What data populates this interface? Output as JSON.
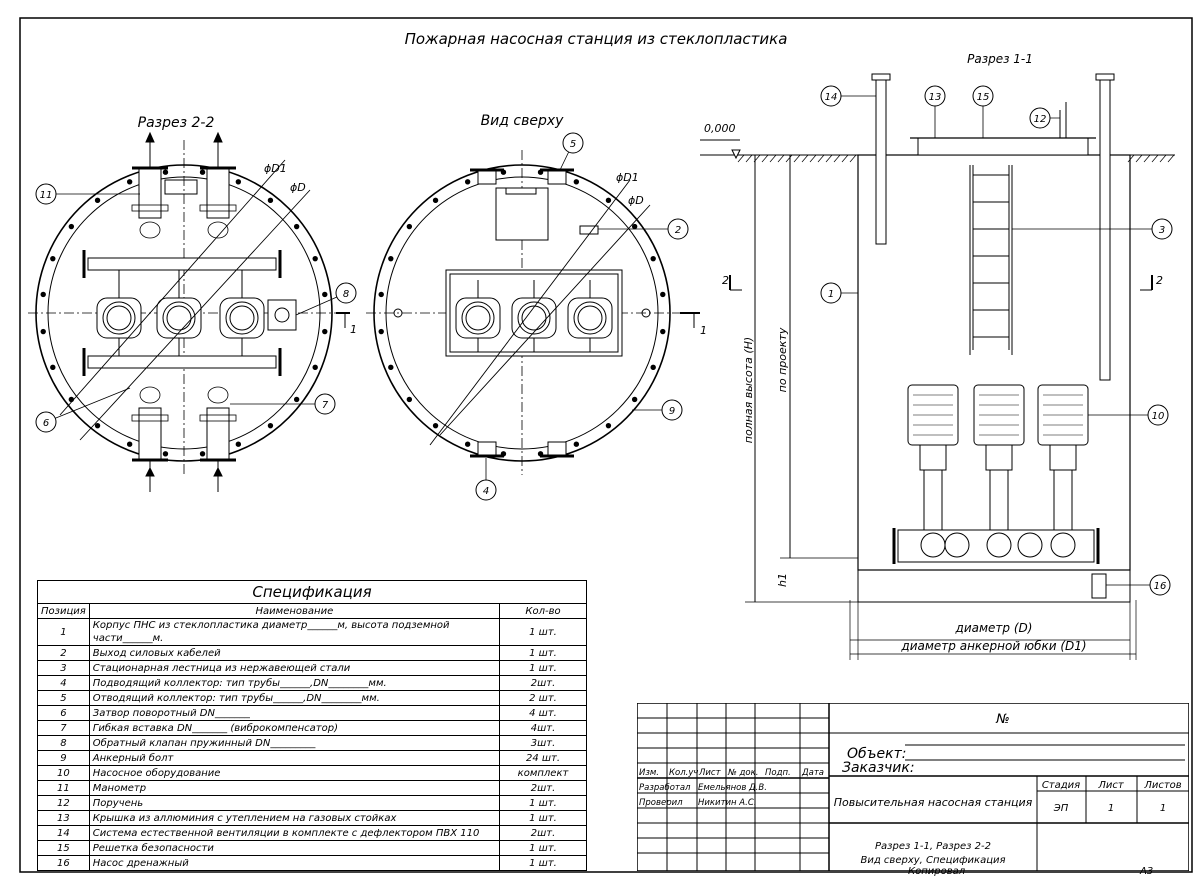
{
  "title": "Пожарная насосная станция из стеклопластика",
  "views": {
    "section22": "Разрез 2-2",
    "top": "Вид сверху",
    "section11": "Разрез 1-1"
  },
  "dims": {
    "d1": "ϕD1",
    "d": "ϕD",
    "level": "0,000",
    "full_height": "полная высота (H)",
    "by_project": "по проекту",
    "h1": "h1",
    "diameter": "диаметр (D)",
    "anchor_diameter": "диаметр  анкерной юбки (D1)",
    "cut1": "1",
    "cut2": "2"
  },
  "callouts": [
    "1",
    "2",
    "3",
    "4",
    "5",
    "6",
    "7",
    "8",
    "9",
    "10",
    "11",
    "12",
    "13",
    "14",
    "15",
    "16"
  ],
  "spec": {
    "title": "Спецификация",
    "headers": [
      "Позиция",
      "Наименование",
      "Кол-во"
    ],
    "rows": [
      [
        "1",
        "Корпус ПНС из стеклопластика диаметр______м, высота подземной части______м.",
        "1 шт."
      ],
      [
        "2",
        "Выход силовых кабелей",
        "1 шт."
      ],
      [
        "3",
        "Стационарная лестница из нержавеющей стали",
        "1 шт."
      ],
      [
        "4",
        "Подводящий коллектор: тип трубы______,DN________мм.",
        "2шт."
      ],
      [
        "5",
        "Отводящий коллектор: тип трубы______,DN________мм.",
        "2 шт."
      ],
      [
        "6",
        "Затвор поворотный DN_______",
        "4 шт."
      ],
      [
        "7",
        "Гибкая вставка DN_______ (виброкомпенсатор)",
        "4шт."
      ],
      [
        "8",
        "Обратный клапан пружинный DN_________",
        "3шт."
      ],
      [
        "9",
        "Анкерный болт",
        "24 шт."
      ],
      [
        "10",
        "Насосное оборудование",
        "комплект"
      ],
      [
        "11",
        "Манометр",
        "2шт."
      ],
      [
        "12",
        "Поручень",
        "1 шт."
      ],
      [
        "13",
        "Крышка из аллюминия с утеплением на газовых стойках",
        "1 шт."
      ],
      [
        "14",
        "Система естественной вентиляции в комплекте с дефлектором ПВХ 110",
        "2шт."
      ],
      [
        "15",
        "Решетка безопасности",
        "1 шт."
      ],
      [
        "16",
        "Насос дренажный",
        "1 шт."
      ]
    ]
  },
  "stamp": {
    "number": "№",
    "object": "Объект:",
    "customer": "Заказчик:",
    "cols": [
      "Изм.",
      "Кол.уч",
      "Лист",
      "№ док.",
      "Подп.",
      "Дата"
    ],
    "developed": "Разработал",
    "developer": "Емельянов Д.В.",
    "checked": "Проверил",
    "checker": "Никитин А.С.",
    "name": "Повысительная насосная станция",
    "stage_label": "Стадия",
    "sheet_label": "Лист",
    "sheets_label": "Листов",
    "stage": "ЭП",
    "sheet": "1",
    "sheets": "1",
    "content_line1": "Разрез 1-1, Разрез 2-2",
    "content_line2": "Вид сверху, Спецификация",
    "copied": "Копировал",
    "format": "А3"
  }
}
